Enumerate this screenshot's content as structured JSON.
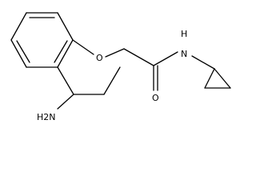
{
  "molecule": {
    "atom_labels": {
      "ether_oxygen": "O",
      "carbonyl_oxygen": "O",
      "amide_nitrogen": "N",
      "amide_hydrogen": "H",
      "amine_group": "H2N"
    }
  },
  "colors": {
    "bond": "#000000",
    "label": "#000000",
    "background": "#ffffff"
  }
}
